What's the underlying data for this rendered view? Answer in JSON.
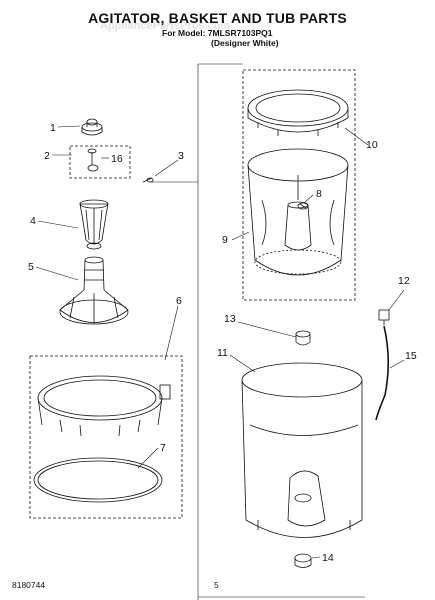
{
  "header": {
    "title": "AGITATOR, BASKET AND TUB PARTS",
    "model_line": "For Model: 7MLSR7103PQ1",
    "variant_line": "(Designer White)",
    "watermark": "AppliancePartsPros.com"
  },
  "footer": {
    "doc_number": "8180744",
    "page_number": "5"
  },
  "callouts": [
    "1",
    "2",
    "3",
    "4",
    "5",
    "6",
    "7",
    "8",
    "9",
    "10",
    "11",
    "12",
    "13",
    "14",
    "15",
    "16"
  ]
}
